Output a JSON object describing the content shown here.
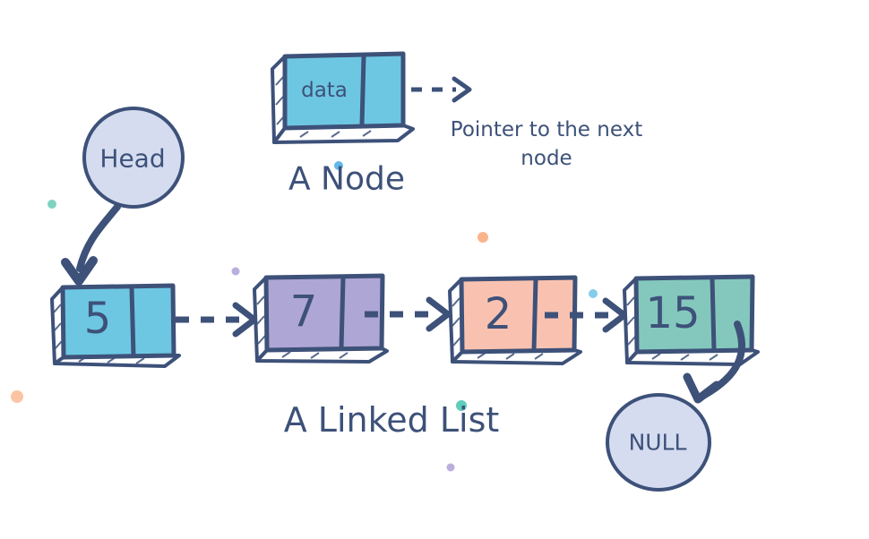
{
  "colors": {
    "ink": "#3d5179",
    "circle_fill": "#d5dcf0",
    "node_box_fill": "#6ec7e2"
  },
  "node_section": {
    "data_label": "data",
    "pointer_caption": "Pointer to the next node",
    "caption": "A Node"
  },
  "list_section": {
    "head_label": "Head",
    "null_label": "NULL",
    "caption": "A Linked List",
    "nodes": [
      {
        "value": "5",
        "fill": "#6ec7e2"
      },
      {
        "value": "7",
        "fill": "#aea6d4"
      },
      {
        "value": "2",
        "fill": "#f9c2b0"
      },
      {
        "value": "15",
        "fill": "#84c8bd"
      }
    ]
  },
  "decorative_dots": [
    {
      "name": "dot-teal-left",
      "color": "#7dd3c0"
    },
    {
      "name": "dot-blue-on-node-title",
      "color": "#62b8e8"
    },
    {
      "name": "dot-purple-mid",
      "color": "#b9aede"
    },
    {
      "name": "dot-orange-mid",
      "color": "#f9b48c"
    },
    {
      "name": "dot-lightblue-mid",
      "color": "#85cdea"
    },
    {
      "name": "dot-orange-bottomleft",
      "color": "#fbc5a4"
    },
    {
      "name": "dot-teal-on-list-title",
      "color": "#5ecdbb"
    },
    {
      "name": "dot-purple-bottom",
      "color": "#b9aede"
    }
  ]
}
